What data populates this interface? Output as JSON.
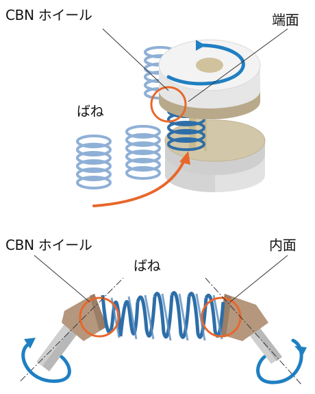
{
  "top_diagram": {
    "wheel_label": "CBN ホイール",
    "end_face_label": "端面",
    "spring_label": "ばね"
  },
  "bottom_diagram": {
    "wheel_label": "CBN ホイール",
    "spring_label": "ばね",
    "inner_surface_label": "内面"
  },
  "colors": {
    "spring_light": "#8fb0d6",
    "spring_dark": "#2e6ea8",
    "rotation_arrow": "#1f7fc2",
    "highlight_circle": "#e8672a",
    "feed_arrow": "#e8672a",
    "wheel_face": "#f1f1f1",
    "wheel_side": "#cfcfcf",
    "disc_face": "#d2c7a9",
    "hub": "#d0c29c",
    "wheel_body": "#b5977d"
  },
  "icons": [
    "rotation-arrow-icon",
    "feed-arrow-icon"
  ]
}
